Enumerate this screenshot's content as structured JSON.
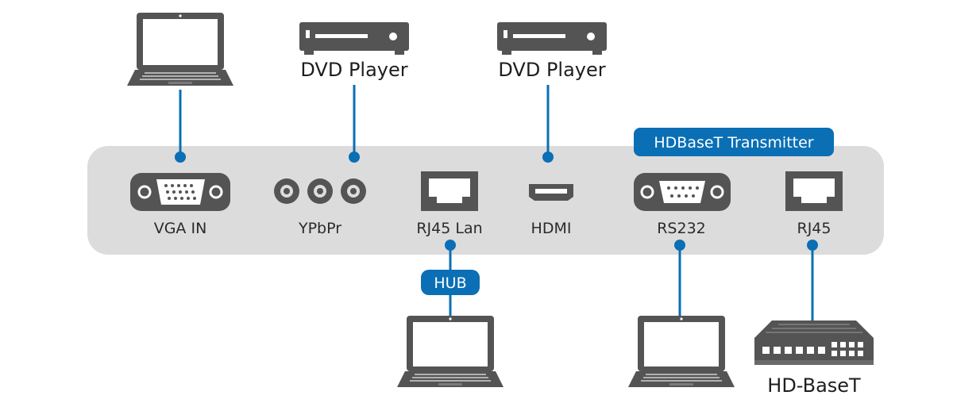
{
  "colors": {
    "panel": "#dcdcdc",
    "device": "#545454",
    "accent": "#0a6fb5",
    "text": "#2b2b2b"
  },
  "badges": {
    "transmitter": "HDBaseT Transmitter",
    "hub": "HUB"
  },
  "ports": [
    {
      "id": "vga",
      "label": "VGA IN",
      "icon": "vga-port-icon"
    },
    {
      "id": "ypbpr",
      "label": "YPbPr",
      "icon": "rca-port-icon"
    },
    {
      "id": "rj45lan",
      "label": "RJ45 Lan",
      "icon": "ethernet-port-icon"
    },
    {
      "id": "hdmi",
      "label": "HDMI",
      "icon": "hdmi-port-icon"
    },
    {
      "id": "rs232",
      "label": "RS232",
      "icon": "serial-port-icon"
    },
    {
      "id": "rj45",
      "label": "RJ45",
      "icon": "ethernet-port-icon"
    }
  ],
  "devices": {
    "dvd_ypbpr": "DVD Player",
    "dvd_hdmi": "DVD Player",
    "hdbaset": "HD-BaseT",
    "laptop_icon": "laptop-icon",
    "dvd_icon": "dvd-player-icon",
    "switch_icon": "hdbaset-receiver-icon"
  }
}
